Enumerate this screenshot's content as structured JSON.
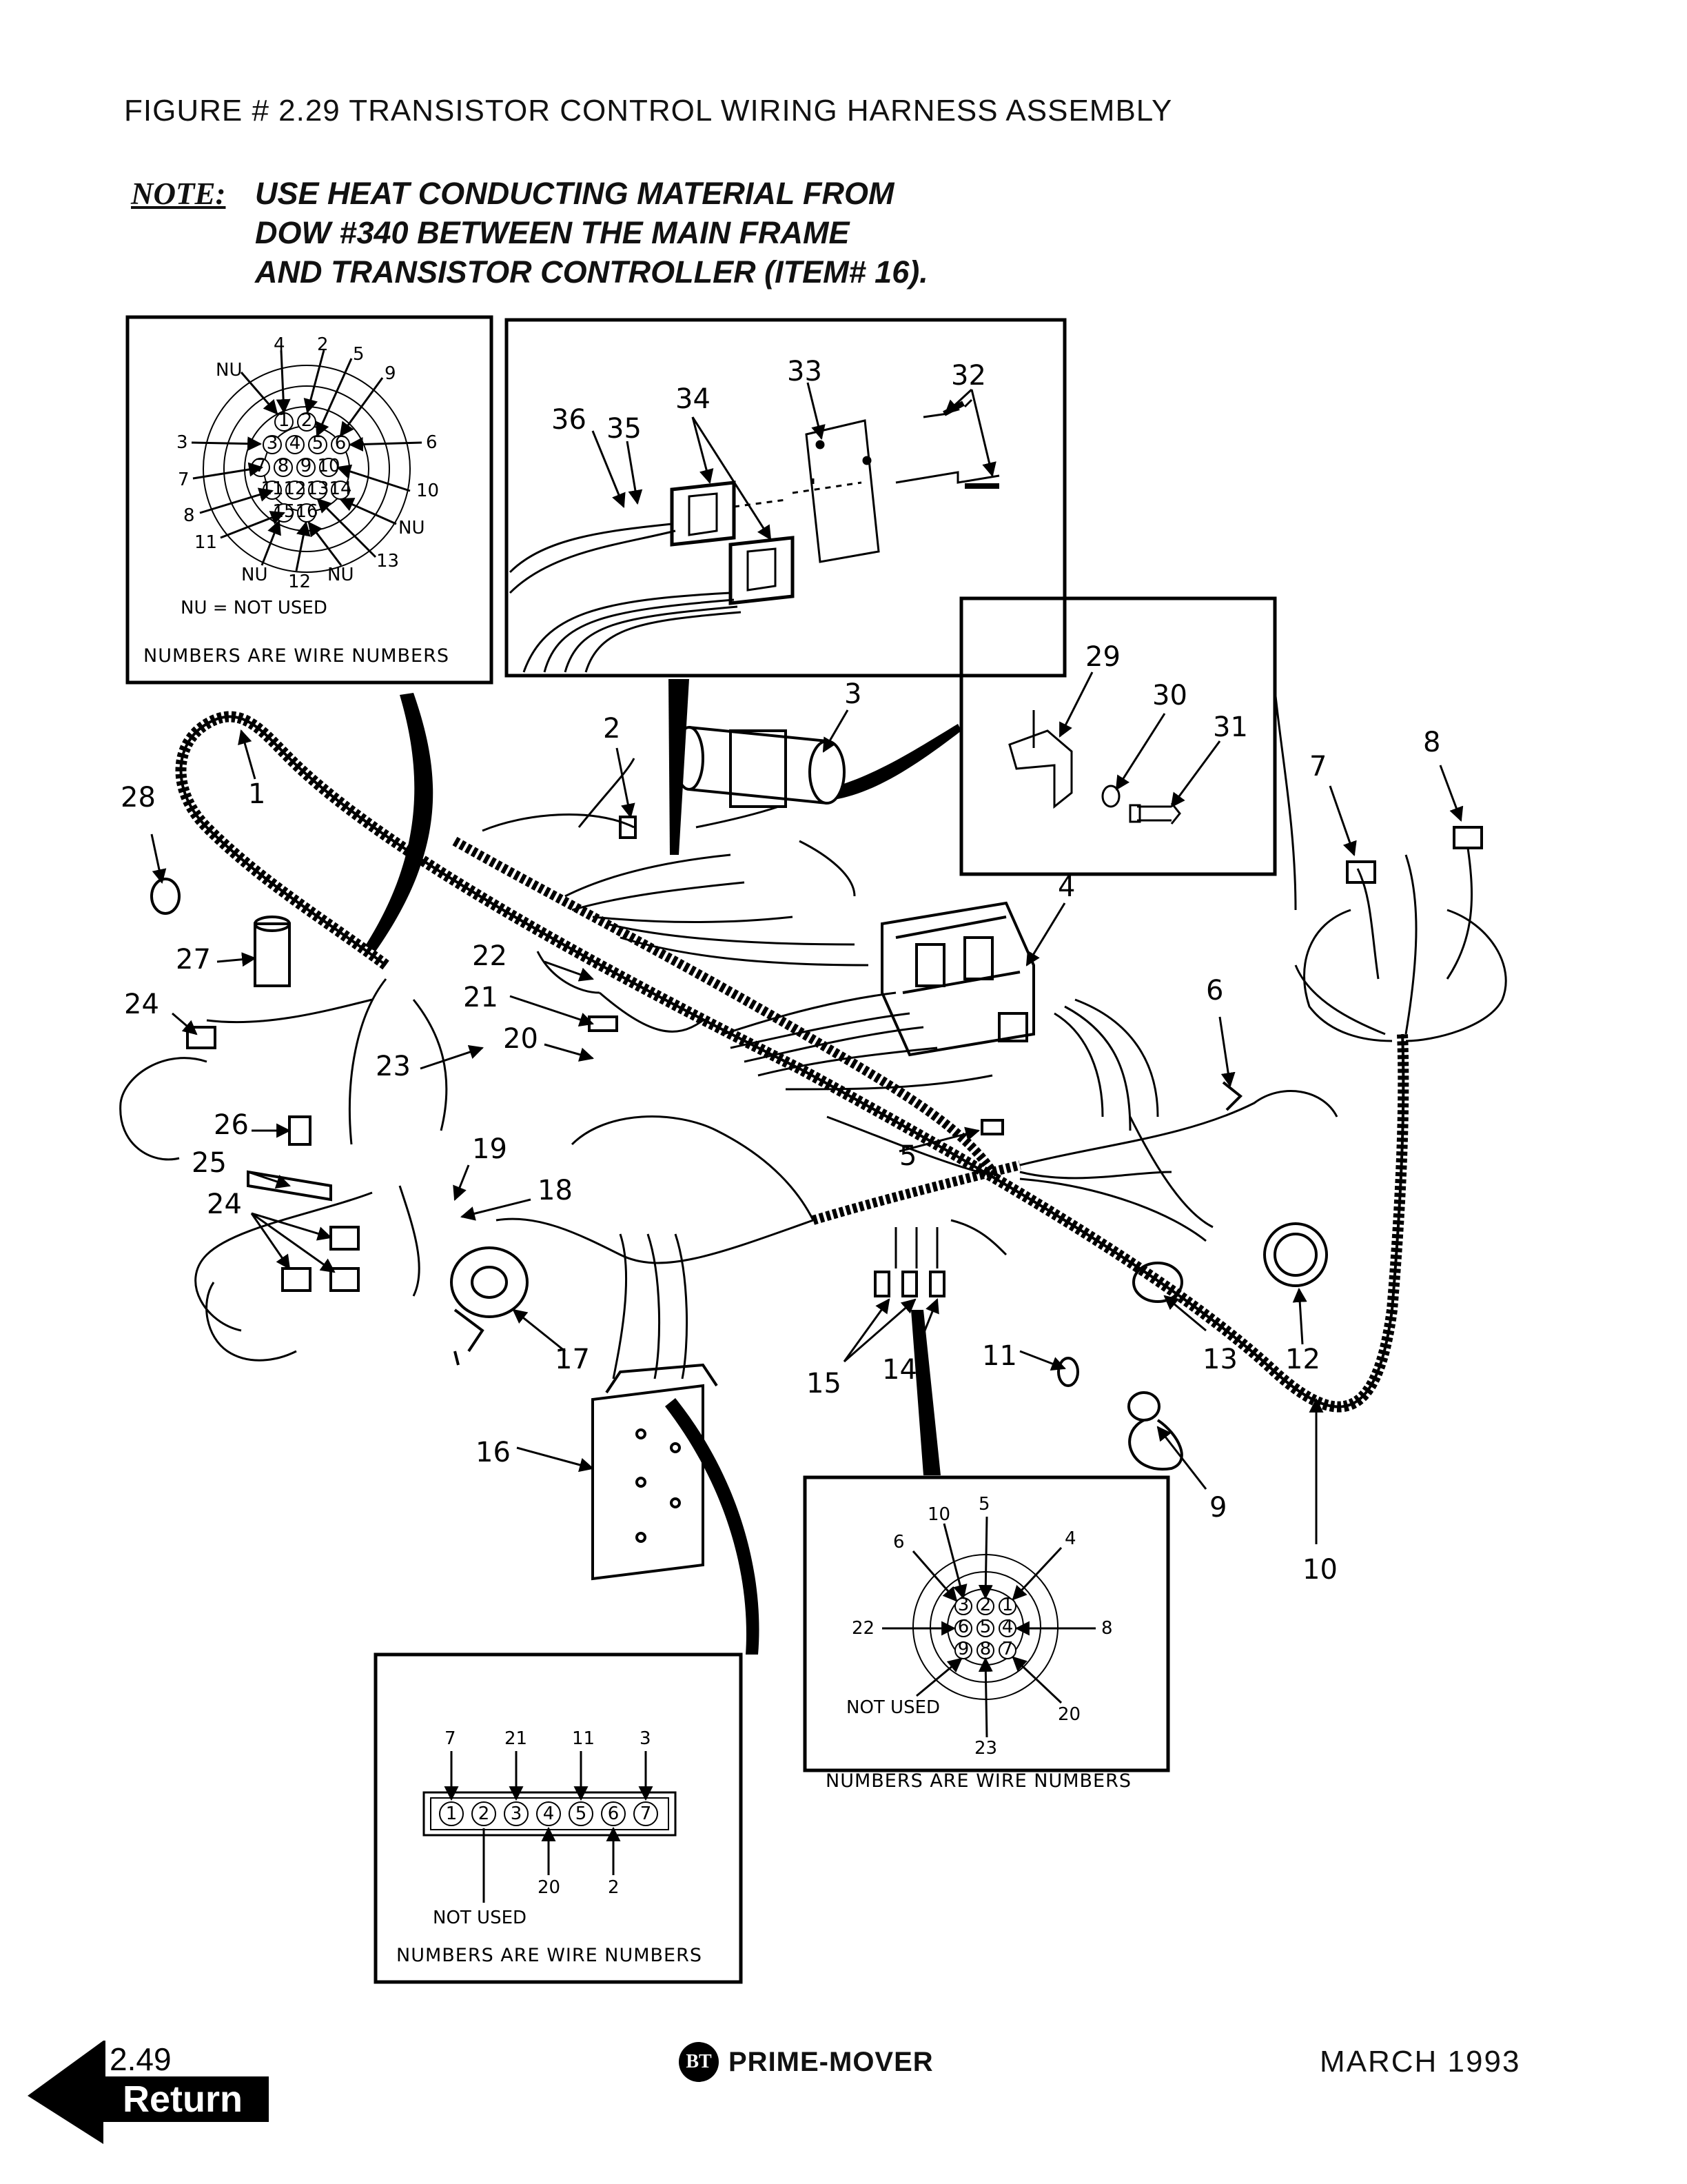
{
  "figure_title": "FIGURE # 2.29  TRANSISTOR CONTROL WIRING HARNESS ASSEMBLY",
  "note": {
    "label": "NOTE:",
    "lines": [
      "USE HEAT CONDUCTING MATERIAL FROM",
      "DOW #340  BETWEEN THE MAIN FRAME",
      "AND TRANSISTOR CONTROLLER (ITEM# 16)."
    ]
  },
  "inset_top_left": {
    "legend": "NU = NOT USED",
    "caption": "NUMBERS ARE WIRE NUMBERS",
    "labels": [
      "NU",
      "4",
      "2",
      "5",
      "9",
      "3",
      "6",
      "7",
      "10",
      "8",
      "NU",
      "11",
      "13",
      "NU",
      "12",
      "NU"
    ],
    "pins": [
      "1",
      "2",
      "3",
      "4",
      "5",
      "6",
      "7",
      "8",
      "9",
      "10",
      "11",
      "12",
      "13",
      "14",
      "15",
      "16"
    ]
  },
  "inset_top_mid": {
    "callouts": [
      "33",
      "32",
      "34",
      "36",
      "35"
    ]
  },
  "inset_bracket": {
    "callouts": [
      "29",
      "30",
      "31"
    ]
  },
  "inset_bottom_right": {
    "labels": [
      "10",
      "5",
      "6",
      "4",
      "22",
      "8",
      "NOT USED",
      "20",
      "23"
    ],
    "caption": "NUMBERS ARE WIRE NUMBERS",
    "pins": [
      "1",
      "2",
      "3",
      "4",
      "5",
      "6",
      "7",
      "8",
      "9"
    ]
  },
  "inset_bottom_left": {
    "labels": [
      "7",
      "21",
      "11",
      "3",
      "20",
      "2",
      "NOT USED"
    ],
    "caption": "NUMBERS ARE WIRE NUMBERS",
    "pins": [
      "1",
      "2",
      "3",
      "4",
      "5",
      "6",
      "7"
    ]
  },
  "callouts": [
    "1",
    "2",
    "3",
    "4",
    "5",
    "6",
    "7",
    "8",
    "9",
    "10",
    "11",
    "12",
    "13",
    "14",
    "15",
    "16",
    "17",
    "18",
    "19",
    "20",
    "21",
    "22",
    "23",
    "24",
    "24",
    "25",
    "26",
    "27",
    "28"
  ],
  "footer": {
    "page": "2.49",
    "return_label": "Return",
    "brand_logo": "BT",
    "brand": "PRIME-MOVER",
    "date": "MARCH 1993"
  }
}
